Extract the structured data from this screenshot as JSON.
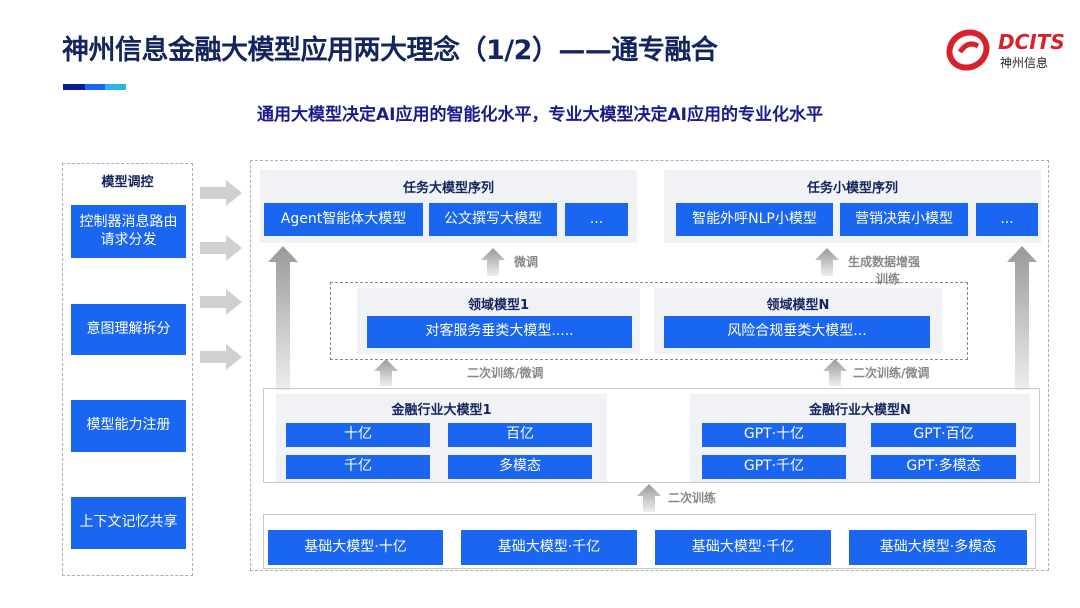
{
  "header": {
    "title": "神州信息金融大模型应用两大理念（1/2）——通专融合",
    "subtitle": "通用大模型决定AI应用的智能化水平，专业大模型决定AI应用的专业化水平",
    "logo_text": "DCITS",
    "logo_sub": "神州信息",
    "accent_colors": [
      "#0b1f8a",
      "#1a66f0",
      "#2bb5ea"
    ]
  },
  "colors": {
    "box_blue": "#1a66f0",
    "title_navy": "#14245e",
    "logo_red": "#d7212b"
  },
  "left_panel": {
    "title": "模型调控",
    "items": [
      "控制器消息路由请求分发",
      "意图理解拆分",
      "模型能力注册",
      "上下文记忆共享"
    ]
  },
  "task_large": {
    "title": "任务大模型序列",
    "items": [
      "Agent智能体大模型",
      "公文撰写大模型",
      "..."
    ]
  },
  "task_small": {
    "title": "任务小模型序列",
    "items": [
      "智能外呼NLP小模型",
      "营销决策小模型",
      "..."
    ]
  },
  "arrows": {
    "finetune": "微调",
    "gen_data": "生成数据增强",
    "gen_data2": "训练",
    "secondary_finetune": "二次训练/微调",
    "secondary": "二次训练"
  },
  "domain": [
    {
      "title": "领域模型1",
      "item": "对客服务垂类大模型....."
    },
    {
      "title": "领域模型N",
      "item": "风险合规垂类大模型..."
    }
  ],
  "industry": [
    {
      "title": "金融行业大模型1",
      "items": [
        "十亿",
        "百亿",
        "千亿",
        "多模态"
      ]
    },
    {
      "title": "金融行业大模型N",
      "items": [
        "GPT·十亿",
        "GPT·百亿",
        "GPT·千亿",
        "GPT·多模态"
      ]
    }
  ],
  "base": {
    "items": [
      "基础大模型·十亿",
      "基础大模型·千亿",
      "基础大模型·千亿",
      "基础大模型·多模态"
    ]
  }
}
